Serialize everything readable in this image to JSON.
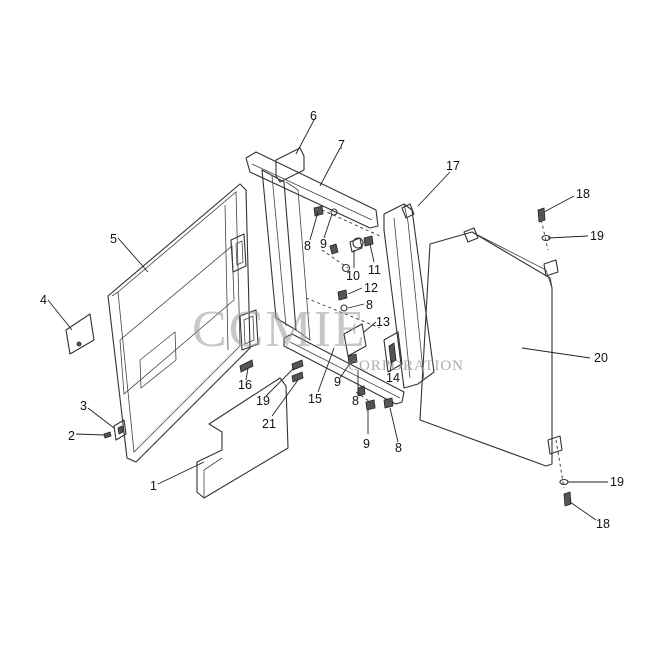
{
  "watermark": {
    "brand": "CCMIE",
    "subtitle": "CORPORATION"
  },
  "callouts": [
    {
      "id": "c1",
      "text": "1"
    },
    {
      "id": "c2",
      "text": "2"
    },
    {
      "id": "c3",
      "text": "3"
    },
    {
      "id": "c4",
      "text": "4"
    },
    {
      "id": "c5",
      "text": "5"
    },
    {
      "id": "c6",
      "text": "6"
    },
    {
      "id": "c7",
      "text": "7"
    },
    {
      "id": "c8a",
      "text": "8"
    },
    {
      "id": "c9a",
      "text": "9"
    },
    {
      "id": "c10",
      "text": "10"
    },
    {
      "id": "c11",
      "text": "11"
    },
    {
      "id": "c12",
      "text": "12"
    },
    {
      "id": "c8b",
      "text": "8"
    },
    {
      "id": "c13",
      "text": "13"
    },
    {
      "id": "c14",
      "text": "14"
    },
    {
      "id": "c16",
      "text": "16"
    },
    {
      "id": "c19a",
      "text": "19"
    },
    {
      "id": "c21",
      "text": "21"
    },
    {
      "id": "c15",
      "text": "15"
    },
    {
      "id": "c9b",
      "text": "9"
    },
    {
      "id": "c8c",
      "text": "8"
    },
    {
      "id": "c9c",
      "text": "9"
    },
    {
      "id": "c8d",
      "text": "8"
    },
    {
      "id": "c17",
      "text": "17"
    },
    {
      "id": "c18a",
      "text": "18"
    },
    {
      "id": "c19b",
      "text": "19"
    },
    {
      "id": "c20",
      "text": "20"
    },
    {
      "id": "c19c",
      "text": "19"
    },
    {
      "id": "c18b",
      "text": "18"
    }
  ]
}
